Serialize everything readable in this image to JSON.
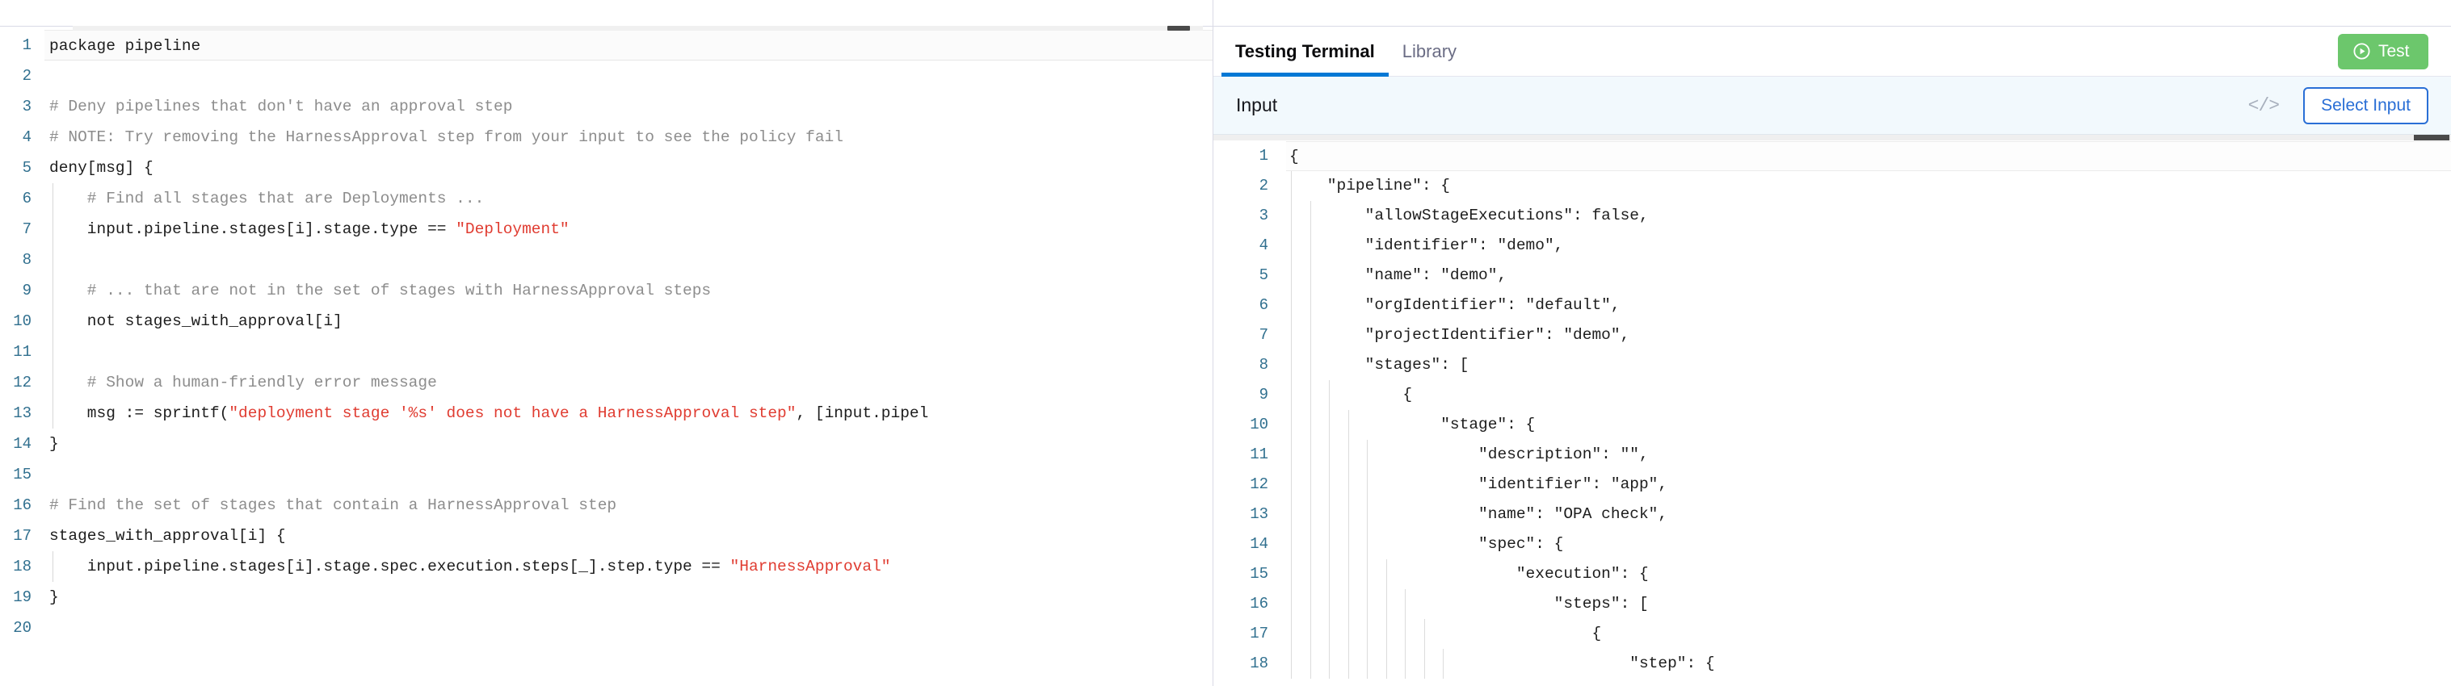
{
  "colors": {
    "accent_blue": "#0278d5",
    "test_green": "#6cc76c",
    "button_border_blue": "#2a6fd6",
    "line_number": "#31708f",
    "string_red": "#e03c31",
    "comment_gray": "#8d8d8d",
    "input_bar_bg": "#f2f9fd"
  },
  "editor": {
    "name": "rego-policy-editor",
    "language": "rego",
    "active_line": 1,
    "lines": [
      {
        "n": "1",
        "indent": 0,
        "tokens": [
          {
            "t": "plain",
            "s": "package pipeline"
          }
        ]
      },
      {
        "n": "2",
        "indent": 0,
        "tokens": []
      },
      {
        "n": "3",
        "indent": 0,
        "tokens": [
          {
            "t": "comment",
            "s": "# Deny pipelines that don't have an approval step"
          }
        ]
      },
      {
        "n": "4",
        "indent": 0,
        "tokens": [
          {
            "t": "comment",
            "s": "# NOTE: Try removing the HarnessApproval step from your input to see the policy fail"
          }
        ]
      },
      {
        "n": "5",
        "indent": 0,
        "tokens": [
          {
            "t": "plain",
            "s": "deny[msg] {"
          }
        ]
      },
      {
        "n": "6",
        "indent": 1,
        "tokens": [
          {
            "t": "comment",
            "s": "    # Find all stages that are Deployments ..."
          }
        ]
      },
      {
        "n": "7",
        "indent": 1,
        "tokens": [
          {
            "t": "plain",
            "s": "    input.pipeline.stages[i].stage.type == "
          },
          {
            "t": "string",
            "s": "\"Deployment\""
          }
        ]
      },
      {
        "n": "8",
        "indent": 1,
        "tokens": []
      },
      {
        "n": "9",
        "indent": 1,
        "tokens": [
          {
            "t": "comment",
            "s": "    # ... that are not in the set of stages with HarnessApproval steps"
          }
        ]
      },
      {
        "n": "10",
        "indent": 1,
        "tokens": [
          {
            "t": "plain",
            "s": "    not stages_with_approval[i]"
          }
        ]
      },
      {
        "n": "11",
        "indent": 1,
        "tokens": []
      },
      {
        "n": "12",
        "indent": 1,
        "tokens": [
          {
            "t": "comment",
            "s": "    # Show a human-friendly error message"
          }
        ]
      },
      {
        "n": "13",
        "indent": 1,
        "tokens": [
          {
            "t": "plain",
            "s": "    msg := sprintf("
          },
          {
            "t": "string",
            "s": "\"deployment stage '%s' does not have a HarnessApproval step\""
          },
          {
            "t": "plain",
            "s": ", [input.pipel"
          }
        ]
      },
      {
        "n": "14",
        "indent": 0,
        "tokens": [
          {
            "t": "plain",
            "s": "}"
          }
        ]
      },
      {
        "n": "15",
        "indent": 0,
        "tokens": []
      },
      {
        "n": "16",
        "indent": 0,
        "tokens": [
          {
            "t": "comment",
            "s": "# Find the set of stages that contain a HarnessApproval step"
          }
        ]
      },
      {
        "n": "17",
        "indent": 0,
        "tokens": [
          {
            "t": "plain",
            "s": "stages_with_approval[i] {"
          }
        ]
      },
      {
        "n": "18",
        "indent": 1,
        "tokens": [
          {
            "t": "plain",
            "s": "    input.pipeline.stages[i].stage.spec.execution.steps[_].step.type == "
          },
          {
            "t": "string",
            "s": "\"HarnessApproval\""
          }
        ]
      },
      {
        "n": "19",
        "indent": 0,
        "tokens": [
          {
            "t": "plain",
            "s": "}"
          }
        ]
      },
      {
        "n": "20",
        "indent": 0,
        "tokens": []
      }
    ]
  },
  "right_panel": {
    "tabs": [
      {
        "label": "Testing Terminal",
        "active": true
      },
      {
        "label": "Library",
        "active": false
      }
    ],
    "test_button": {
      "label": "Test",
      "icon": "play-circle-icon"
    },
    "input_bar": {
      "label": "Input",
      "code_toggle_icon": "</>",
      "select_input_label": "Select Input"
    },
    "json_editor": {
      "name": "input-json-editor",
      "active_line": 1,
      "lines": [
        {
          "n": "1",
          "guides": 0,
          "text": "{"
        },
        {
          "n": "2",
          "guides": 1,
          "text": "    \"pipeline\": {"
        },
        {
          "n": "3",
          "guides": 2,
          "text": "        \"allowStageExecutions\": false,"
        },
        {
          "n": "4",
          "guides": 2,
          "text": "        \"identifier\": \"demo\","
        },
        {
          "n": "5",
          "guides": 2,
          "text": "        \"name\": \"demo\","
        },
        {
          "n": "6",
          "guides": 2,
          "text": "        \"orgIdentifier\": \"default\","
        },
        {
          "n": "7",
          "guides": 2,
          "text": "        \"projectIdentifier\": \"demo\","
        },
        {
          "n": "8",
          "guides": 2,
          "text": "        \"stages\": ["
        },
        {
          "n": "9",
          "guides": 3,
          "text": "            {"
        },
        {
          "n": "10",
          "guides": 4,
          "text": "                \"stage\": {"
        },
        {
          "n": "11",
          "guides": 5,
          "text": "                    \"description\": \"\","
        },
        {
          "n": "12",
          "guides": 5,
          "text": "                    \"identifier\": \"app\","
        },
        {
          "n": "13",
          "guides": 5,
          "text": "                    \"name\": \"OPA check\","
        },
        {
          "n": "14",
          "guides": 5,
          "text": "                    \"spec\": {"
        },
        {
          "n": "15",
          "guides": 6,
          "text": "                        \"execution\": {"
        },
        {
          "n": "16",
          "guides": 7,
          "text": "                            \"steps\": ["
        },
        {
          "n": "17",
          "guides": 8,
          "text": "                                {"
        },
        {
          "n": "18",
          "guides": 9,
          "text": "                                    \"step\": {"
        }
      ]
    }
  }
}
